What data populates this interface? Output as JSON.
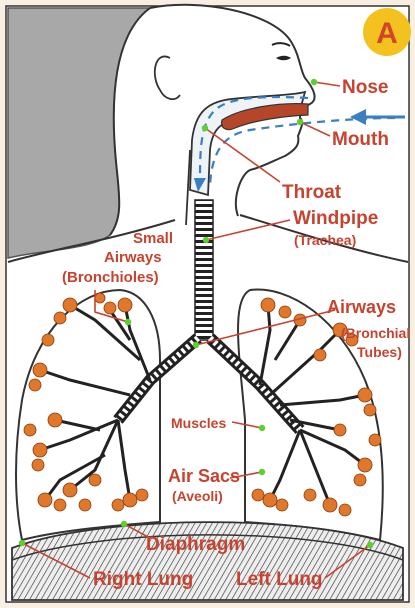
{
  "badge": "A",
  "labels": {
    "nose": "Nose",
    "mouth": "Mouth",
    "throat": "Throat",
    "windpipe": "Windpipe",
    "trachea": "(Trachea)",
    "small_airways_1": "Small",
    "small_airways_2": "Airways",
    "bronchioles": "(Bronchioles)",
    "airways": "Airways",
    "bronchial_1": "(Bronchial",
    "bronchial_2": "Tubes)",
    "muscles": "Muscles",
    "air_sacs": "Air Sacs",
    "aveoli": "(Aveoli)",
    "diaphragm": "Diaphragm",
    "right_lung": "Right Lung",
    "left_lung": "Left Lung"
  },
  "colors": {
    "label": "#c8432f",
    "badge_bg": "#f4c21e",
    "hair": "#a8a8a8",
    "air_sacs": "#e0782c",
    "airflow": "#3a7fc1",
    "pointer_dot": "#5cd12c",
    "tongue": "#b5462a"
  }
}
